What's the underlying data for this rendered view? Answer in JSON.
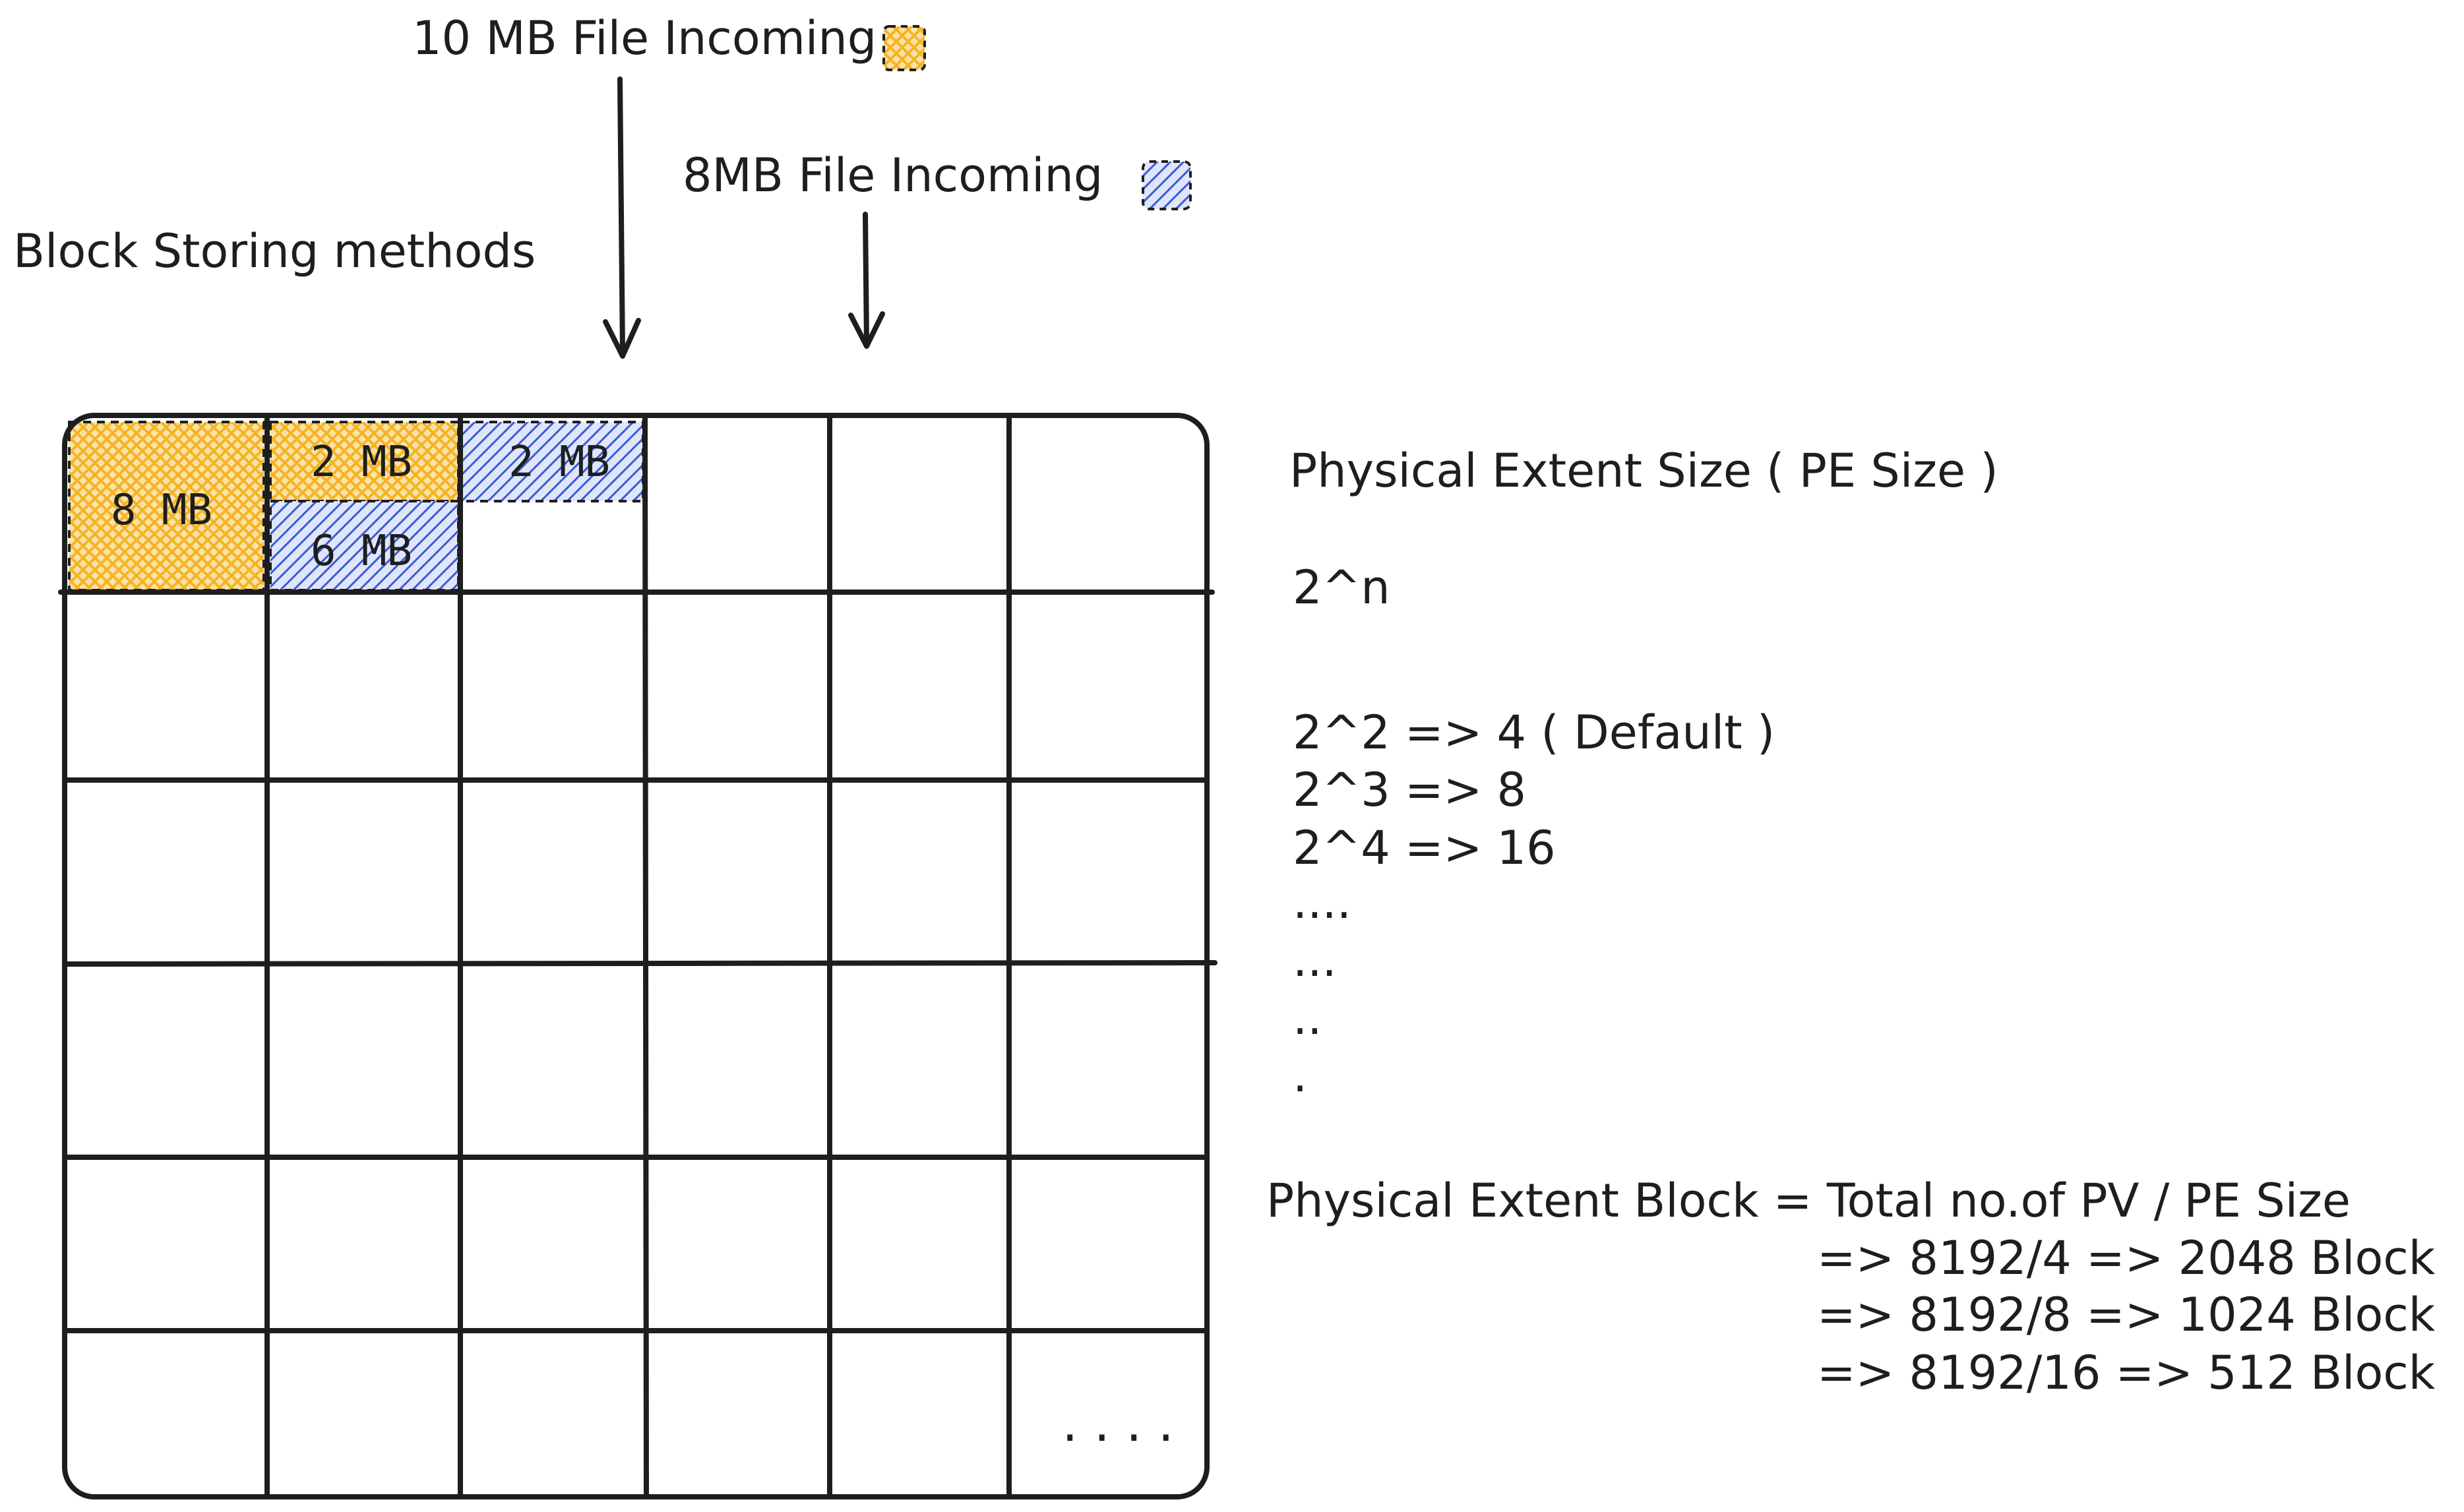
{
  "diagram": {
    "title": "Block Storing methods",
    "incoming": [
      {
        "label": "10 MB File Incoming",
        "color": "#f5b326"
      },
      {
        "label": "8MB File Incoming",
        "color": "#3b5bd6"
      }
    ],
    "blocks": [
      {
        "label": "8 MB",
        "file": "orange"
      },
      {
        "label": "2 MB",
        "file": "orange"
      },
      {
        "label": "6 MB",
        "file": "blue"
      },
      {
        "label": "2 MB",
        "file": "blue"
      }
    ],
    "grid_ellipsis": "....",
    "pe": {
      "heading": "Physical Extent Size ( PE Size )",
      "formula": "2^n",
      "examples": [
        "2^2 => 4 ( Default )",
        "2^3 => 8",
        "2^4 => 16"
      ],
      "dots": [
        "....",
        "...",
        "..",
        "."
      ],
      "block_formula": "Physical Extent Block = Total no.of PV / PE Size",
      "calculations": [
        "=> 8192/4 => 2048 Block",
        "=> 8192/8 => 1024 Block",
        "=> 8192/16 => 512 Block"
      ]
    },
    "colors": {
      "orange": "#f5b326",
      "blue": "#3b5bd6",
      "stroke": "#1e1e1e"
    }
  }
}
